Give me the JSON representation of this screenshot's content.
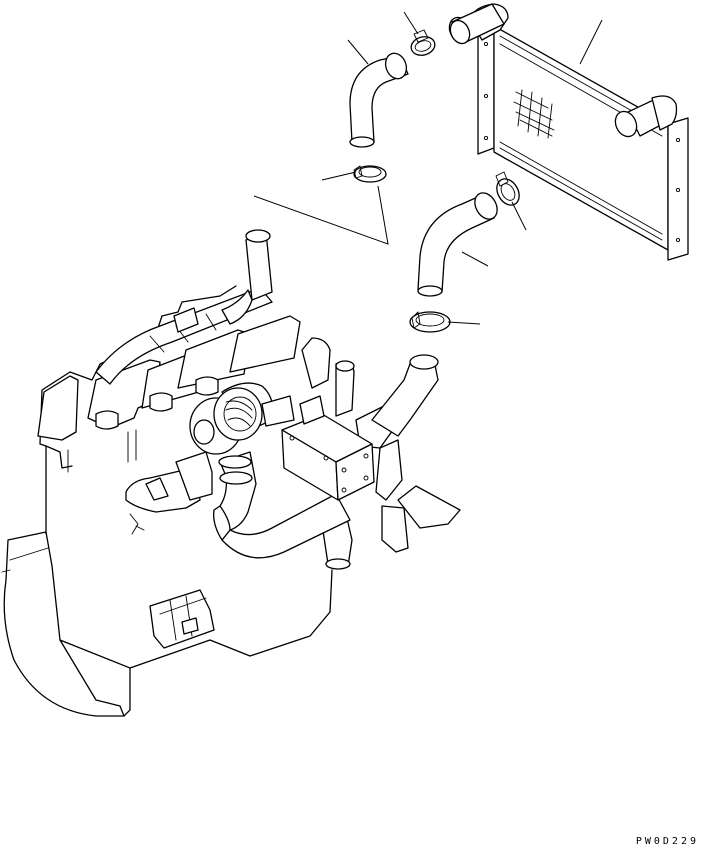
{
  "diagram": {
    "drawing_code": "PW0D229",
    "parts": [
      {
        "name": "aftercooler"
      },
      {
        "name": "upper-hose"
      },
      {
        "name": "upper-clamp"
      },
      {
        "name": "lower-clamp-left"
      },
      {
        "name": "lower-clamp-right"
      },
      {
        "name": "lower-hose"
      },
      {
        "name": "bottom-clamp"
      },
      {
        "name": "engine-assembly"
      },
      {
        "name": "turbocharger"
      },
      {
        "name": "air-connector-box"
      }
    ]
  }
}
